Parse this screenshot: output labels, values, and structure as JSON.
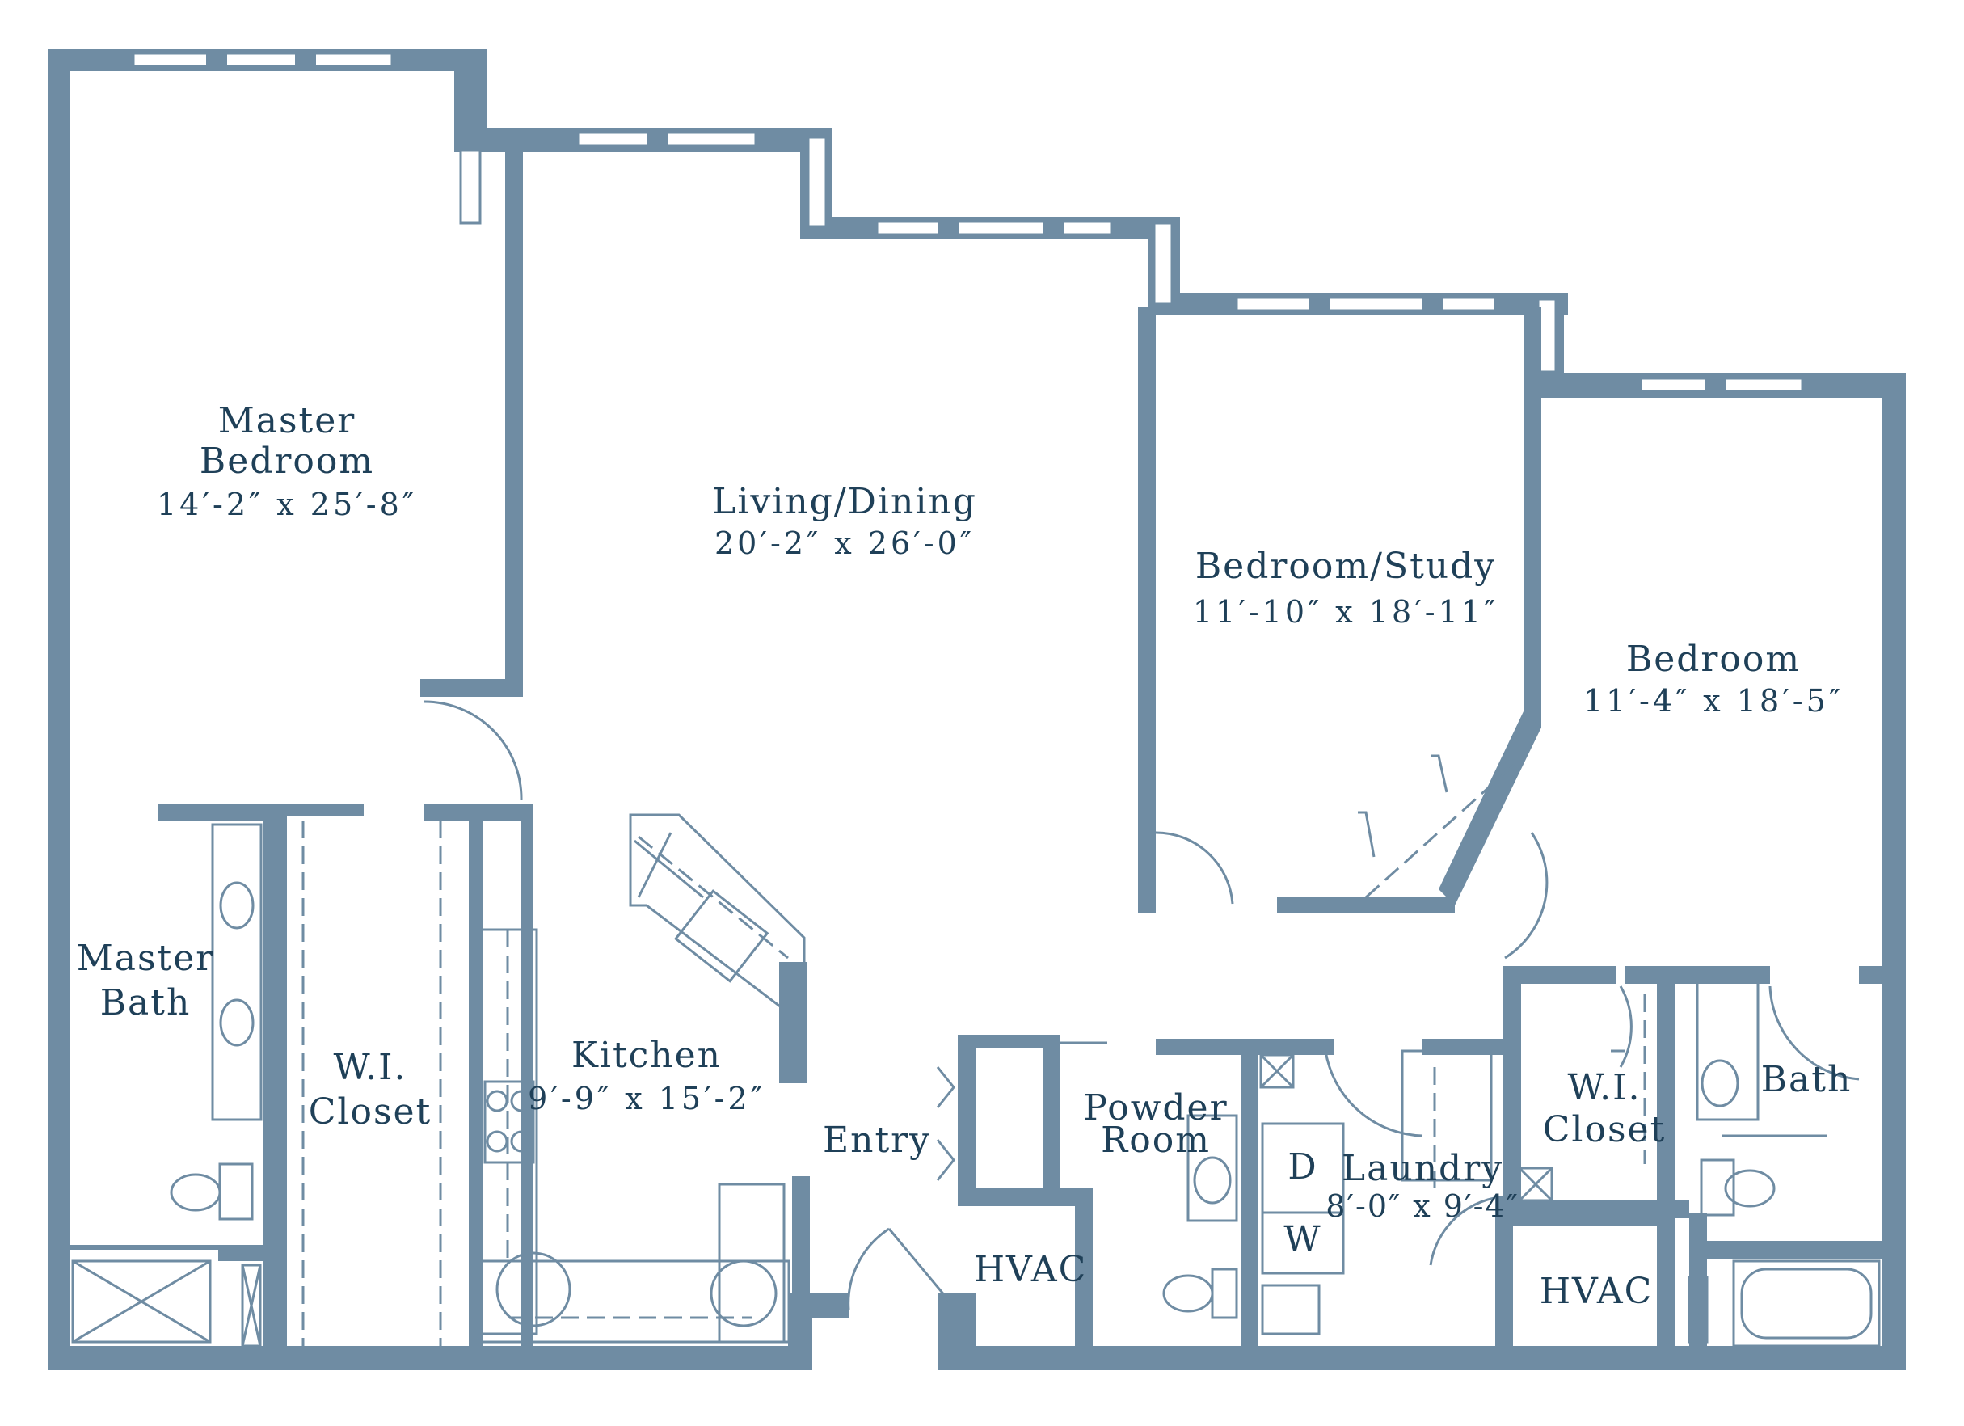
{
  "colors": {
    "wall": "#6f8ca3",
    "text": "#1f4058",
    "background": "#ffffff"
  },
  "rooms": {
    "master_bedroom": {
      "name_line1": "Master",
      "name_line2": "Bedroom",
      "dims": "14′-2″ x 25′-8″"
    },
    "living_dining": {
      "name": "Living/Dining",
      "dims": "20′-2″ x 26′-0″"
    },
    "bedroom_study": {
      "name": "Bedroom/Study",
      "dims": "11′-10″ x 18′-11″"
    },
    "bedroom": {
      "name": "Bedroom",
      "dims": "11′-4″ x 18′-5″"
    },
    "master_bath": {
      "name_line1": "Master",
      "name_line2": "Bath"
    },
    "wi_closet_left": {
      "name_line1": "W.I.",
      "name_line2": "Closet"
    },
    "kitchen": {
      "name": "Kitchen",
      "dims": "9′-9″ x 15′-2″"
    },
    "entry": {
      "name": "Entry"
    },
    "powder_room": {
      "name_line1": "Powder",
      "name_line2": "Room"
    },
    "laundry": {
      "name": "Laundry",
      "dims": "8′-0″ x 9′-4″"
    },
    "dryer": {
      "name": "D"
    },
    "washer": {
      "name": "W"
    },
    "wi_closet_right": {
      "name_line1": "W.I.",
      "name_line2": "Closet"
    },
    "bath": {
      "name": "Bath"
    },
    "hvac_left": {
      "name": "HVAC"
    },
    "hvac_right": {
      "name": "HVAC"
    }
  }
}
